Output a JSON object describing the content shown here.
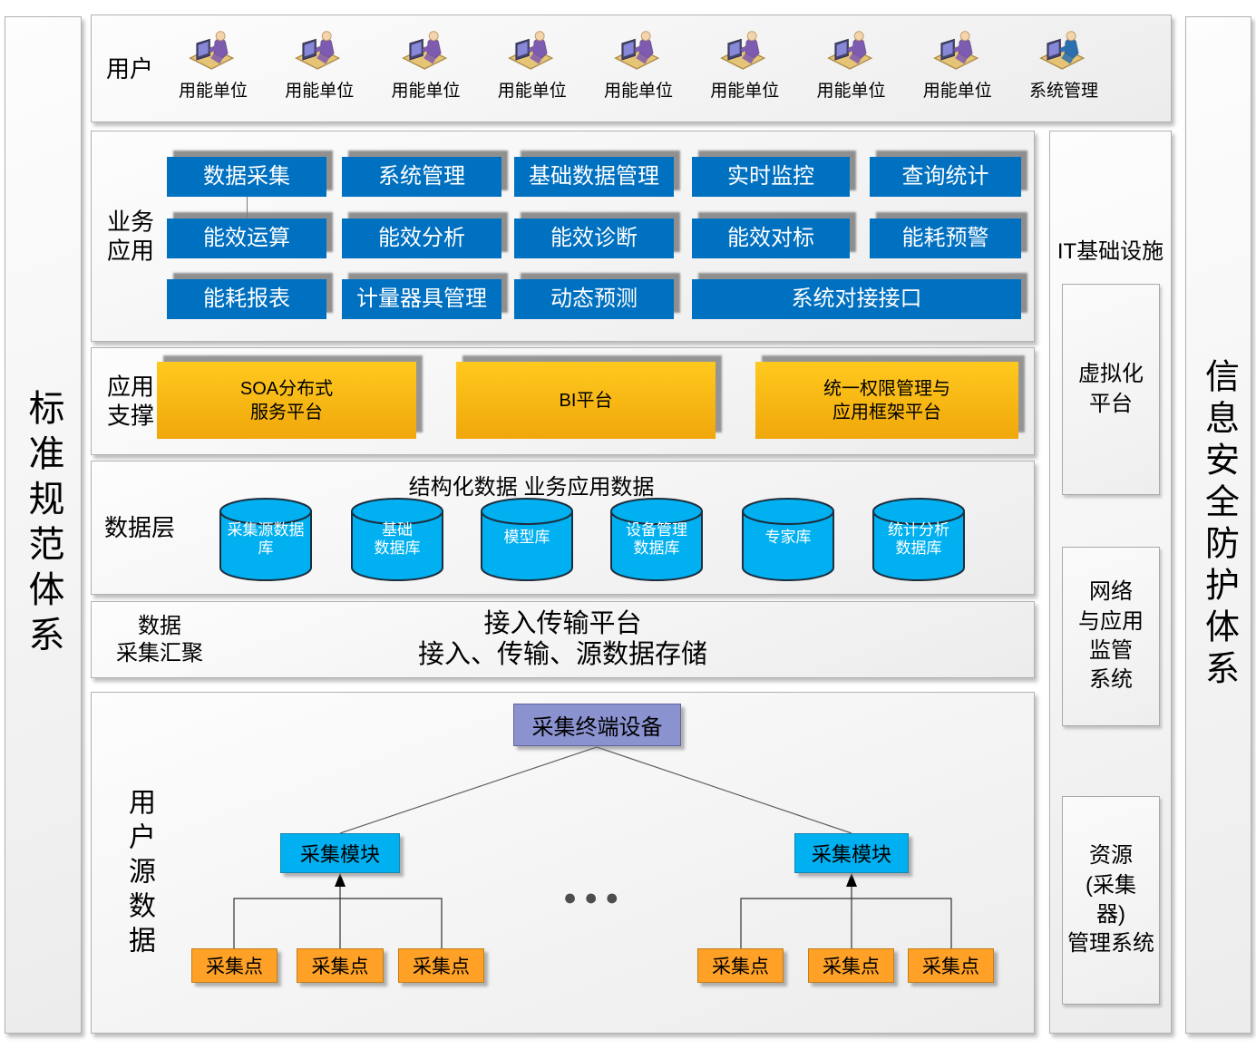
{
  "left_sidebar": {
    "label": "标准规范体系"
  },
  "right_sidebar": {
    "label": "信息安全防护体系"
  },
  "users": {
    "section_label": "用户",
    "items": [
      {
        "label": "用能单位",
        "icon": "user-at-computer-purple"
      },
      {
        "label": "用能单位",
        "icon": "user-at-computer-purple"
      },
      {
        "label": "用能单位",
        "icon": "user-at-computer-purple"
      },
      {
        "label": "用能单位",
        "icon": "user-at-computer-purple"
      },
      {
        "label": "用能单位",
        "icon": "user-at-computer-purple"
      },
      {
        "label": "用能单位",
        "icon": "user-at-computer-purple"
      },
      {
        "label": "用能单位",
        "icon": "user-at-computer-purple"
      },
      {
        "label": "用能单位",
        "icon": "user-at-computer-purple"
      },
      {
        "label": "系统管理",
        "icon": "user-at-computer-blue"
      }
    ]
  },
  "business": {
    "section_label": "业务\n应用",
    "buttons": [
      "数据采集",
      "系统管理",
      "基础数据管理",
      "实时监控",
      "查询统计",
      "能效运算",
      "能效分析",
      "能效诊断",
      "能效对标",
      "能耗预警",
      "能耗报表",
      "计量器具管理",
      "动态预测",
      "系统对接接口"
    ]
  },
  "support": {
    "section_label": "应用\n支撑",
    "boxes": [
      "SOA分布式\n服务平台",
      "BI平台",
      "统一权限管理与\n应用框架平台"
    ]
  },
  "data_layer": {
    "section_label": "数据层",
    "header": "结构化数据 业务应用数据",
    "cylinders": [
      "采集源数据\n库",
      "基础\n数据库",
      "模型库",
      "设备管理\n数据库",
      "专家库",
      "统计分析\n数据库"
    ]
  },
  "collection": {
    "section_label": "数据\n采集汇聚",
    "title": "接入传输平台",
    "subtitle": "接入、传输、源数据存储"
  },
  "source_data": {
    "section_label": "用户源数据",
    "root": "采集终端设备",
    "modules": [
      "采集模块",
      "采集模块"
    ],
    "points": [
      "采集点",
      "采集点",
      "采集点",
      "采集点",
      "采集点",
      "采集点"
    ],
    "ellipsis": "●●●"
  },
  "it_infrastructure": {
    "title": "IT基础设施",
    "boxes": [
      "虚拟化\n平台",
      "网络\n与应用\n监管\n系统",
      "资源\n(采集\n器)\n管理系统"
    ]
  },
  "colors": {
    "business_button": "#0070c0",
    "support_box": "#ffc000",
    "cylinder": "#00b0f0",
    "tree_root": "#8a92d0",
    "tree_module": "#00b0f0",
    "tree_point": "#ffa126",
    "panel_border": "#b2b2b2"
  }
}
